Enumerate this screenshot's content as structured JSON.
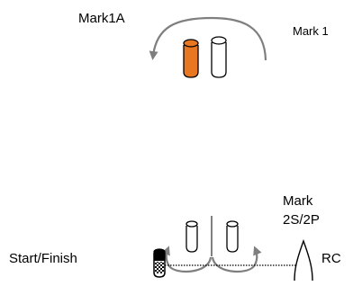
{
  "labels": {
    "mark1a": "Mark1A",
    "mark1": "Mark 1",
    "mark2_line1": "Mark",
    "mark2_line2": "2S/2P",
    "start_finish": "Start/Finish",
    "rc": "RC"
  },
  "colors": {
    "orange_buoy": "#E87722",
    "buoy_outline": "#000000",
    "arrow": "#7f7f7f",
    "line": "#000000",
    "flag_black": "#000000"
  },
  "icons": {
    "mark1a_buoy": "orange-cylinder-buoy",
    "mark1_buoy": "white-cylinder-buoy",
    "gate_buoys": "white-cylinder-buoy",
    "start_pin": "checkered-buoy",
    "committee_boat": "boat-outline"
  }
}
